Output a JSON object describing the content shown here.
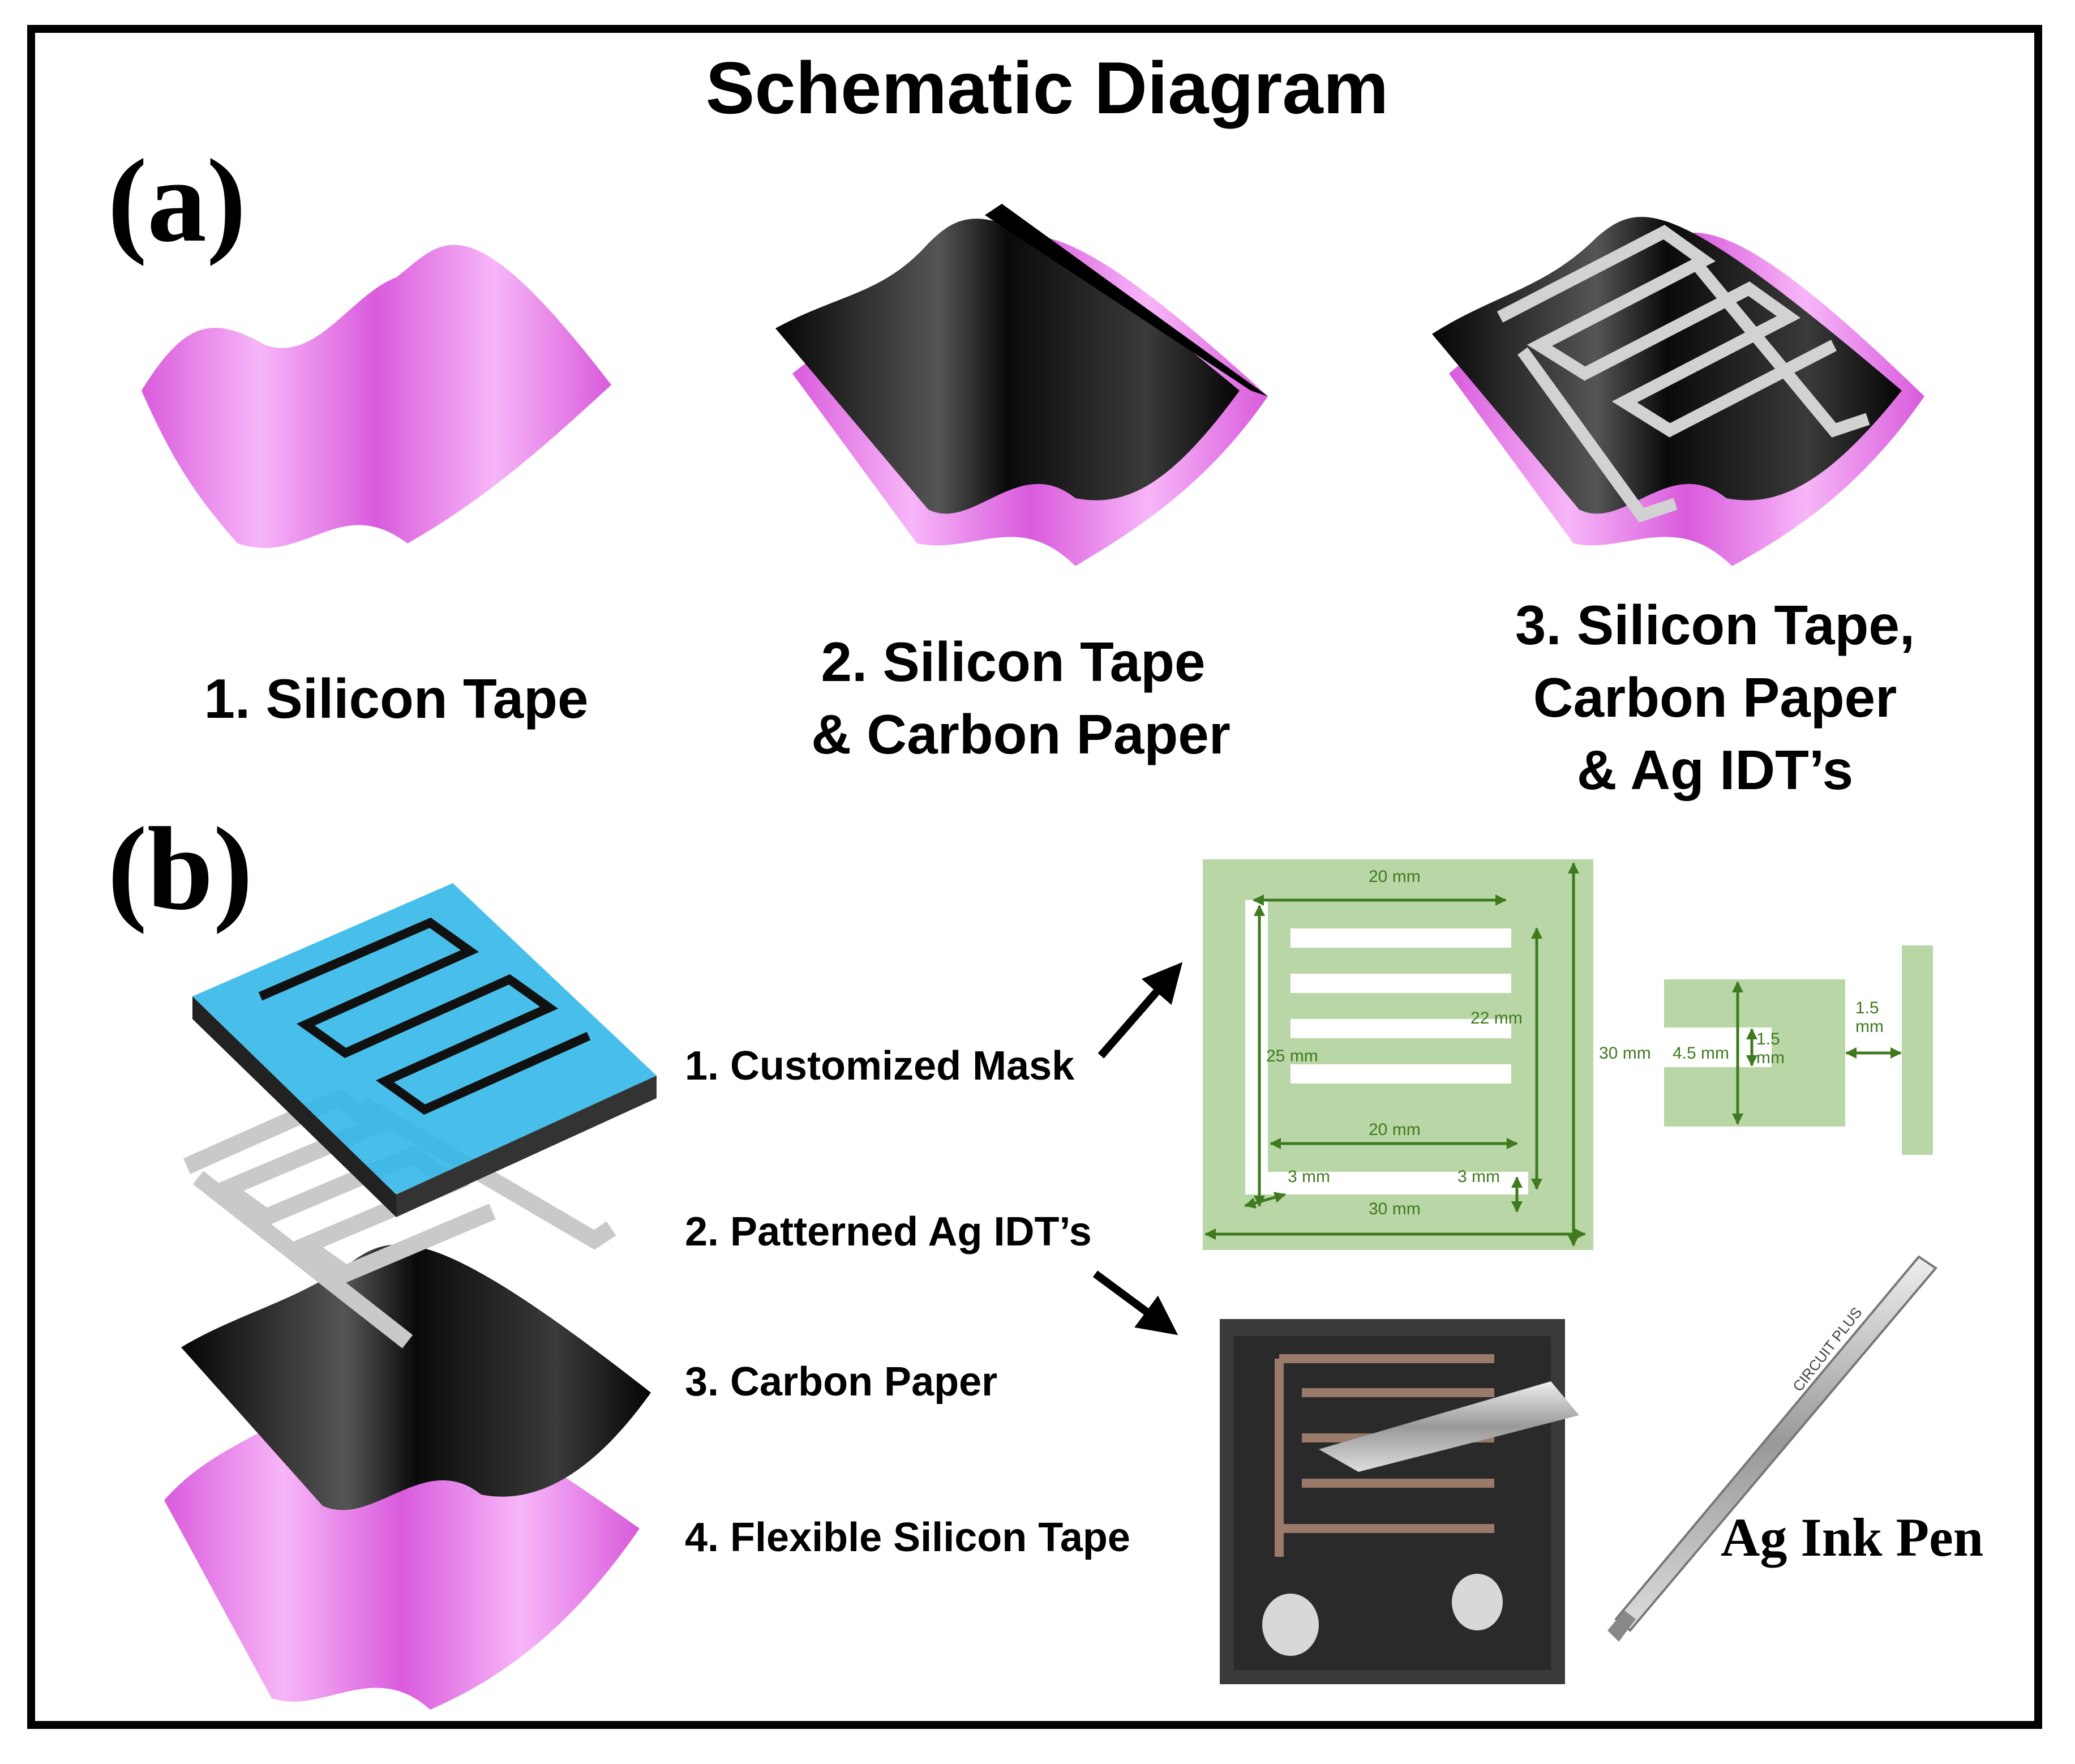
{
  "title": "Schematic Diagram",
  "panel_a": {
    "label": "(a)",
    "captions": [
      "1. Silicon Tape",
      "2. Silicon Tape\n & Carbon Paper",
      "3. Silicon Tape,\nCarbon Paper\n& Ag IDT’s"
    ]
  },
  "panel_b": {
    "label": "(b)",
    "layers": [
      "1. Customized Mask",
      "2. Patterned Ag IDT’s",
      "3. Carbon Paper",
      "4. Flexible Silicon Tape"
    ],
    "dimensions": {
      "top_width": "20 mm",
      "inner_height": "22 mm",
      "left_height": "25 mm",
      "inner_width": "20 mm",
      "left_gap": "3 mm",
      "right_gap": "3 mm",
      "bottom_width": "30 mm",
      "total_height": "30 mm",
      "finger_length": "4.5 mm",
      "finger_width": "1.5\nmm",
      "bar_width": "1.5\nmm"
    },
    "pen_label": "Ag Ink Pen",
    "pen_brand": "CIRCUIT PLUS"
  },
  "colors": {
    "silicon_tape": "#e37ae6",
    "carbon_paper": "#0d0d0d",
    "silver": "#c9c9c9",
    "mask": "#2fb6e8",
    "drawing_bg": "#b9d6a6",
    "dimension": "#3f7a1f"
  }
}
